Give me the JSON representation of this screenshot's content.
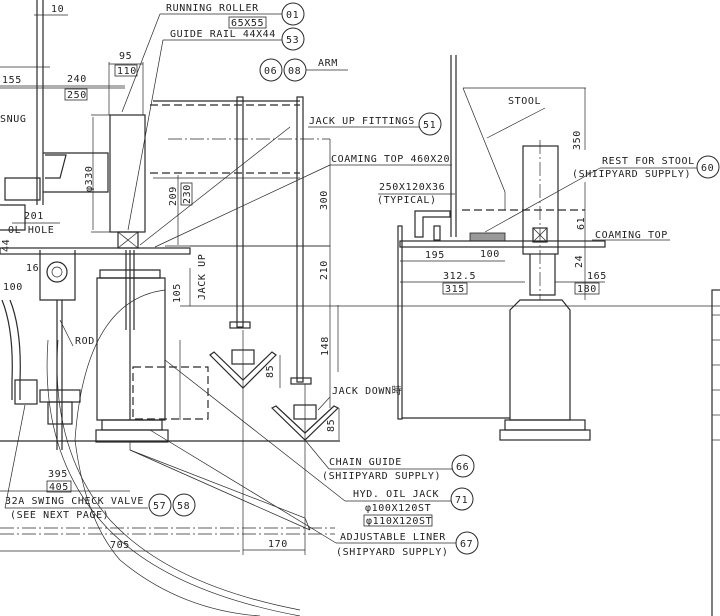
{
  "callouts": {
    "running_roller": {
      "label": "RUNNING ROLLER",
      "spec": "65X55",
      "item": "01"
    },
    "guide_rail": {
      "label": "GUIDE RAIL 44X44",
      "item": "53"
    },
    "arm": {
      "label": "ARM",
      "items": [
        "06",
        "08"
      ]
    },
    "snug": {
      "label": "SNUG"
    },
    "jack_up_fittings": {
      "label": "JACK UP FITTINGS",
      "item": "51"
    },
    "coaming_top_plate": {
      "label": "COAMING TOP 460X20"
    },
    "ol_hole": {
      "label": "OL HOLE"
    },
    "jack_up": {
      "label": "JACK UP"
    },
    "stool": {
      "label": "STOOL"
    },
    "rest_for_stool": {
      "label": "REST FOR STOOL",
      "note": "(SHIIPYARD SUPPLY)",
      "item": "60"
    },
    "typical": {
      "label": "250X120X36",
      "note": "(TYPICAL)"
    },
    "coaming_top": {
      "label": "COAMING TOP"
    },
    "rod": {
      "label": "ROD"
    },
    "jack_down": {
      "label": "JACK DOWN時"
    },
    "chain_guide": {
      "label": "CHAIN GUIDE",
      "note": "(SHIIPYARD SUPPLY)",
      "item": "66"
    },
    "hyd_oil_jack": {
      "label": "HYD. OIL JACK",
      "spec1": "φ100X120ST",
      "spec2": "φ110X120ST",
      "item": "71"
    },
    "swing_check_valve": {
      "label": "32A SWING CHECK VALVE",
      "note": "(SEE NEXT PAGE)",
      "items": [
        "57",
        "58"
      ]
    },
    "adjustable_liner": {
      "label": "ADJUSTABLE LINER",
      "note": "(SHIPYARD SUPPLY)",
      "item": "67"
    }
  },
  "dimensions": {
    "d10": "10",
    "d95": "95",
    "d110": "110",
    "d155": "155",
    "d240": "240",
    "d250": "250",
    "d330": "φ330",
    "d209": "209",
    "d230": "230",
    "d300": "300",
    "d201": "201",
    "d210": "210",
    "d16": "16",
    "d100a": "100",
    "d105": "105",
    "d44": "44",
    "d350": "350",
    "d61": "61",
    "d195": "195",
    "d100b": "100",
    "d24": "24",
    "d312": "312.5",
    "d315": "315",
    "d165": "165",
    "d180": "180",
    "d148": "148",
    "d85a": "85",
    "d85b": "85",
    "d395": "395",
    "d405": "405",
    "d705": "705",
    "d170": "170"
  }
}
